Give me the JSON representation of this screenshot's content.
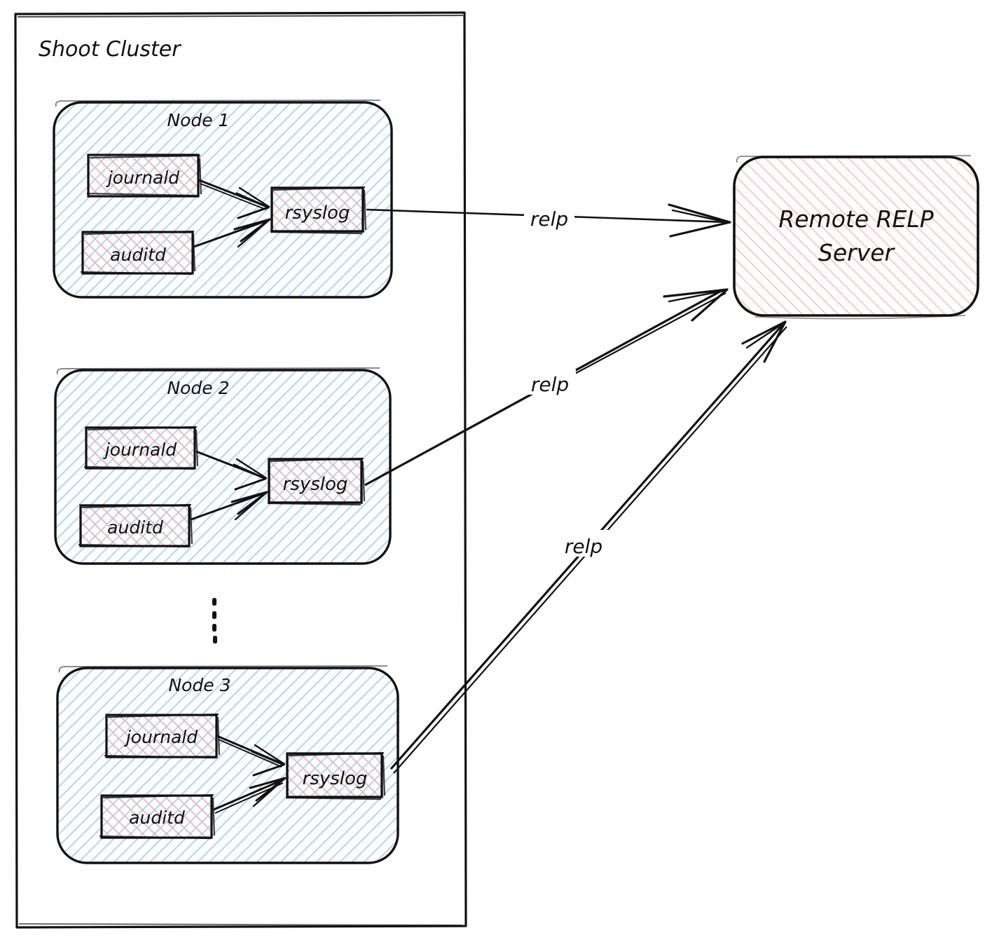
{
  "diagram": {
    "title": "Shoot Cluster rsyslog relp log forwarding",
    "style": "hand-drawn sketch",
    "colors": {
      "stroke": "#111111",
      "background": "#ffffff",
      "node_hatch_blue": "#AFD6F5",
      "service_hatch_pink": "#F4BFC0",
      "server_hatch_pink": "#F6C6C6"
    }
  },
  "cluster": {
    "label": "Shoot Cluster"
  },
  "nodes": [
    {
      "label": "Node 1",
      "services": [
        {
          "label": "journald"
        },
        {
          "label": "auditd"
        }
      ],
      "collector": {
        "label": "rsyslog"
      }
    },
    {
      "label": "Node 2",
      "services": [
        {
          "label": "journald"
        },
        {
          "label": "auditd"
        }
      ],
      "collector": {
        "label": "rsyslog"
      }
    },
    {
      "label": "Node 3",
      "services": [
        {
          "label": "journald"
        },
        {
          "label": "auditd"
        }
      ],
      "collector": {
        "label": "rsyslog"
      }
    }
  ],
  "ellipsis": {
    "label": "vertical-dots",
    "dot_count": 4
  },
  "server": {
    "label_line1": "Remote RELP",
    "label_line2": "Server"
  },
  "connections": [
    {
      "from": "Node 1 rsyslog",
      "to": "Remote RELP Server",
      "label": "relp"
    },
    {
      "from": "Node 2 rsyslog",
      "to": "Remote RELP Server",
      "label": "relp"
    },
    {
      "from": "Node 3 rsyslog",
      "to": "Remote RELP Server",
      "label": "relp"
    }
  ]
}
